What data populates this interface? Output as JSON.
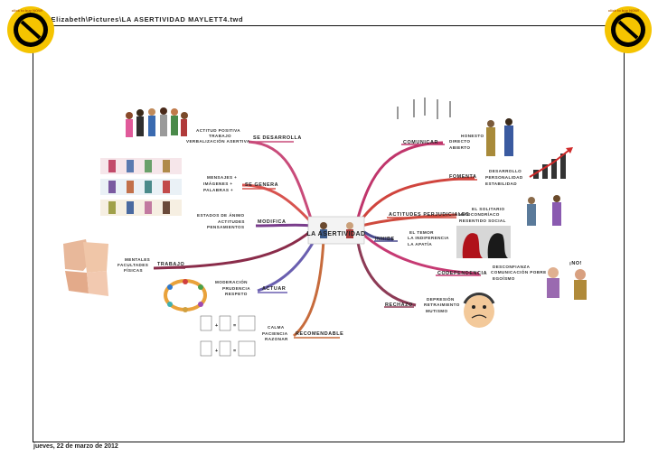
{
  "document": {
    "path_title": "e:\\Elizabeth\\Pictures\\LA ASERTIVIDAD MAYLETT4.twd",
    "date": "jueves, 22 de marzo de 2012"
  },
  "center": {
    "title": "LA ASERTIVIDAD"
  },
  "left_branches": [
    {
      "label": "SE DESARROLLA",
      "color": "#c94b7a",
      "items": [
        "ACTITUD POSITIVA",
        "TRABAJO",
        "VERBALIZACIÓN ASERTIVA"
      ]
    },
    {
      "label": "SE GENERA",
      "color": "#d8534f",
      "items": [
        "MENSAJES +",
        "IMÁGENES +",
        "PALABRAS +"
      ]
    },
    {
      "label": "MODIFICA",
      "color": "#7a3d8c",
      "items": [
        "ESTADOS DE ÁNIMO",
        "ACTITUDES",
        "PENSAMIENTOS"
      ]
    },
    {
      "label": "TRABAJO",
      "color": "#8a2c4a",
      "items": [
        "MENTALES",
        "FACULTADES",
        "FÍSICAS"
      ]
    },
    {
      "label": "ACTUAR",
      "color": "#6a5fb0",
      "items": [
        "MODERACIÓN",
        "PRUDENCIA",
        "RESPETO"
      ]
    },
    {
      "label": "RECOMENDABLE",
      "color": "#c76b3c",
      "items": [
        "CALMA",
        "PACIENCIA",
        "RAZONAR"
      ]
    }
  ],
  "right_branches": [
    {
      "label": "COMUNICAR",
      "color": "#c0356b",
      "items": [
        "HONESTO",
        "DIRECTO",
        "ABIERTO"
      ]
    },
    {
      "label": "FOMENTA",
      "color": "#d0443d",
      "items": [
        "DESARROLLO",
        "PERSONALIDAD",
        "ESTABILIDAD"
      ]
    },
    {
      "label": "ACTITUDES PERJUDICIALES",
      "color": "#cf4a3e",
      "items": [
        "EL SOLITARIO",
        "HIPOCONDRÍACO",
        "RESENTIDO SOCIAL"
      ]
    },
    {
      "label": "INHIBE",
      "color": "#4b4c8f",
      "items": [
        "EL TEMOR",
        "LA INDIFERENCIA",
        "LA APATÍA"
      ]
    },
    {
      "label": "CODEPENDENCIA",
      "color": "#c63a73",
      "items": [
        "DESCONFIANZA",
        "COMUNICACIÓN POBRE",
        "EGOÍSMO"
      ]
    },
    {
      "label": "RECHAZO",
      "color": "#8d3b56",
      "items": [
        "DEPRESIÓN",
        "RETRAIMIENTO",
        "MUTISMO"
      ]
    }
  ],
  "callouts": {
    "no_sign": "¡NO!",
    "stamp_text": "click to buy NOW!"
  },
  "colors": {
    "frame": "#111111",
    "stamp_ring": "#f5c400",
    "stamp_core": "#000000"
  }
}
